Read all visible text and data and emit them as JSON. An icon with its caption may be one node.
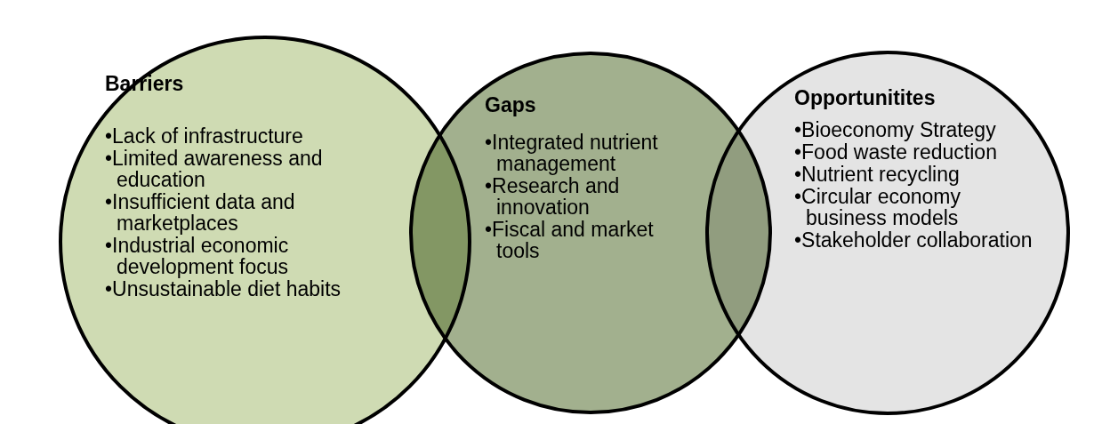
{
  "diagram": {
    "nodes": [
      {
        "text": [
          "Barriers",
          "•Lack of infrastructure",
          "•Limited awareness and education",
          "•Insufficient data and marketplaces",
          "•Industrial economic development focus",
          "•Unsustainable diet habits"
        ]
      },
      {
        "text": [
          "Gaps",
          "•Integrated nutrient management",
          "•Research and innovation",
          "•Fiscal and market tools"
        ]
      },
      {
        "text": [
          "Opportunitites",
          "•Bioeconomy Strategy",
          "•Food waste reduction",
          "•Nutrient recycling",
          "•Circular economy business models",
          "•Stakeholder collaboration"
        ]
      }
    ]
  }
}
